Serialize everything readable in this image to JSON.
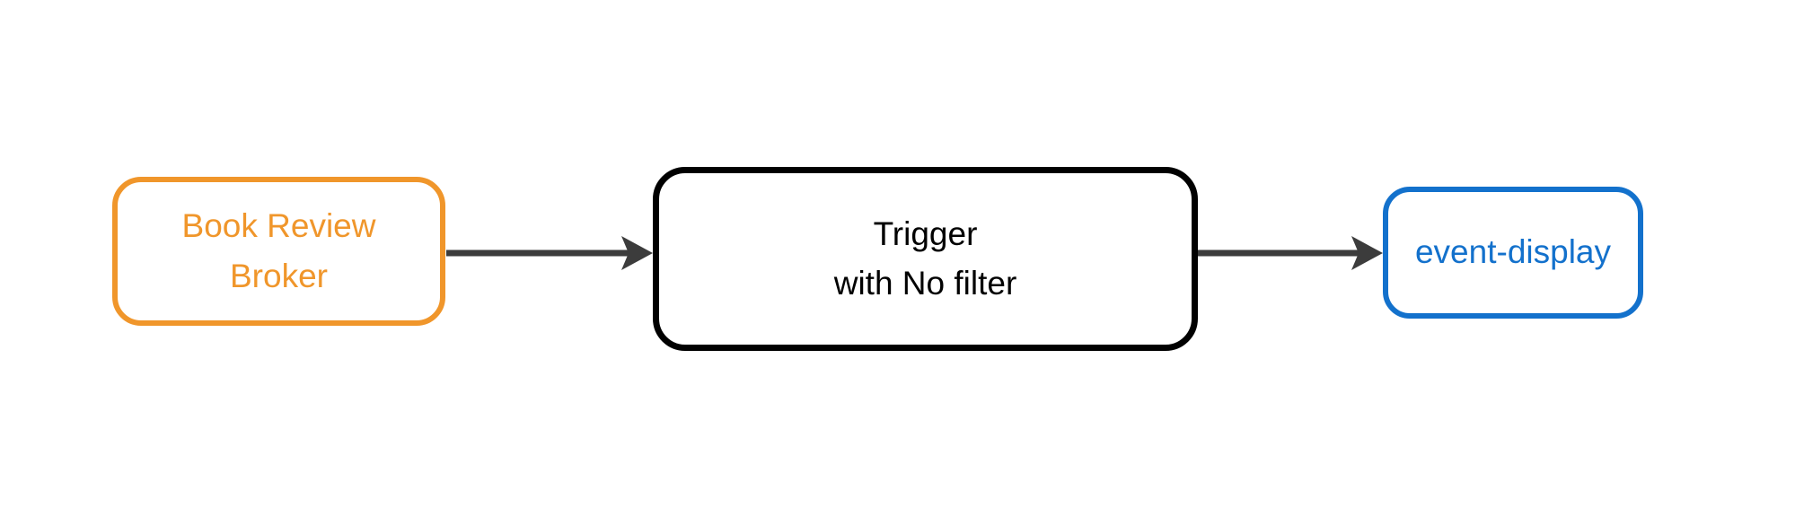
{
  "diagram": {
    "nodes": {
      "broker": {
        "lines": [
          "Book Review",
          "Broker"
        ],
        "color": "#F0962B"
      },
      "trigger": {
        "lines": [
          "Trigger",
          "with No filter"
        ],
        "color": "#010101"
      },
      "sink": {
        "lines": [
          "event-display"
        ],
        "color": "#1371CC"
      }
    },
    "edges": [
      {
        "from": "broker",
        "to": "trigger"
      },
      {
        "from": "trigger",
        "to": "sink"
      }
    ],
    "colors": {
      "arrow": "#3C3C3C",
      "background": "#FFFFFF"
    }
  }
}
